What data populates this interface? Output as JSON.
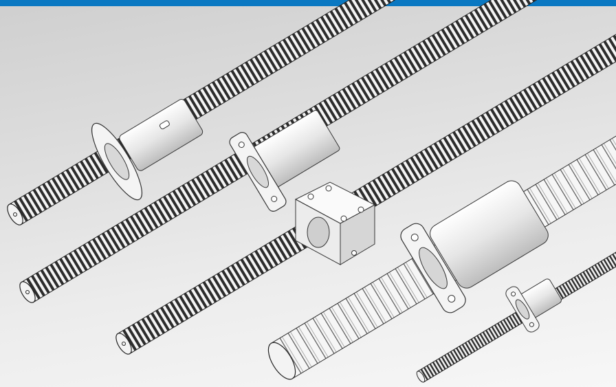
{
  "image": {
    "subject": "",
    "background_color": "#e4e4e4",
    "accent_bar_color": "#0a78c2",
    "items": [
      {
        "id": "screw-1",
        "nut": "flanged-cylindrical-nut"
      },
      {
        "id": "screw-2",
        "nut": "flanged-block-nut"
      },
      {
        "id": "screw-3",
        "nut": "housing-block-nut"
      },
      {
        "id": "screw-4",
        "nut": "large-flanged-ball-nut"
      },
      {
        "id": "screw-5",
        "nut": "small-flanged-nut"
      }
    ]
  }
}
